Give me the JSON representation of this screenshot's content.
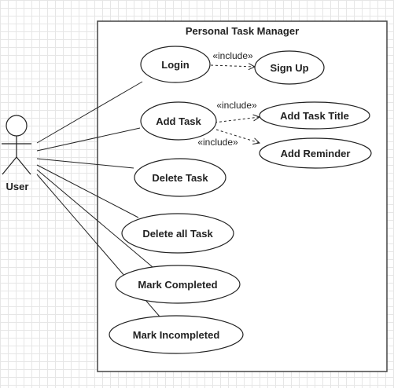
{
  "system": {
    "title": "Personal Task Manager"
  },
  "actor": {
    "name": "User"
  },
  "use_cases": {
    "login": "Login",
    "sign_up": "Sign Up",
    "add_task": "Add Task",
    "add_task_title": "Add Task Title",
    "add_reminder": "Add Reminder",
    "delete_task": "Delete Task",
    "delete_all_task": "Delete all Task",
    "mark_completed": "Mark Completed",
    "mark_incompleted": "Mark Incompleted"
  },
  "relations": {
    "include_signup": "«include»",
    "include_title": "«include»",
    "include_reminder": "«include»"
  }
}
